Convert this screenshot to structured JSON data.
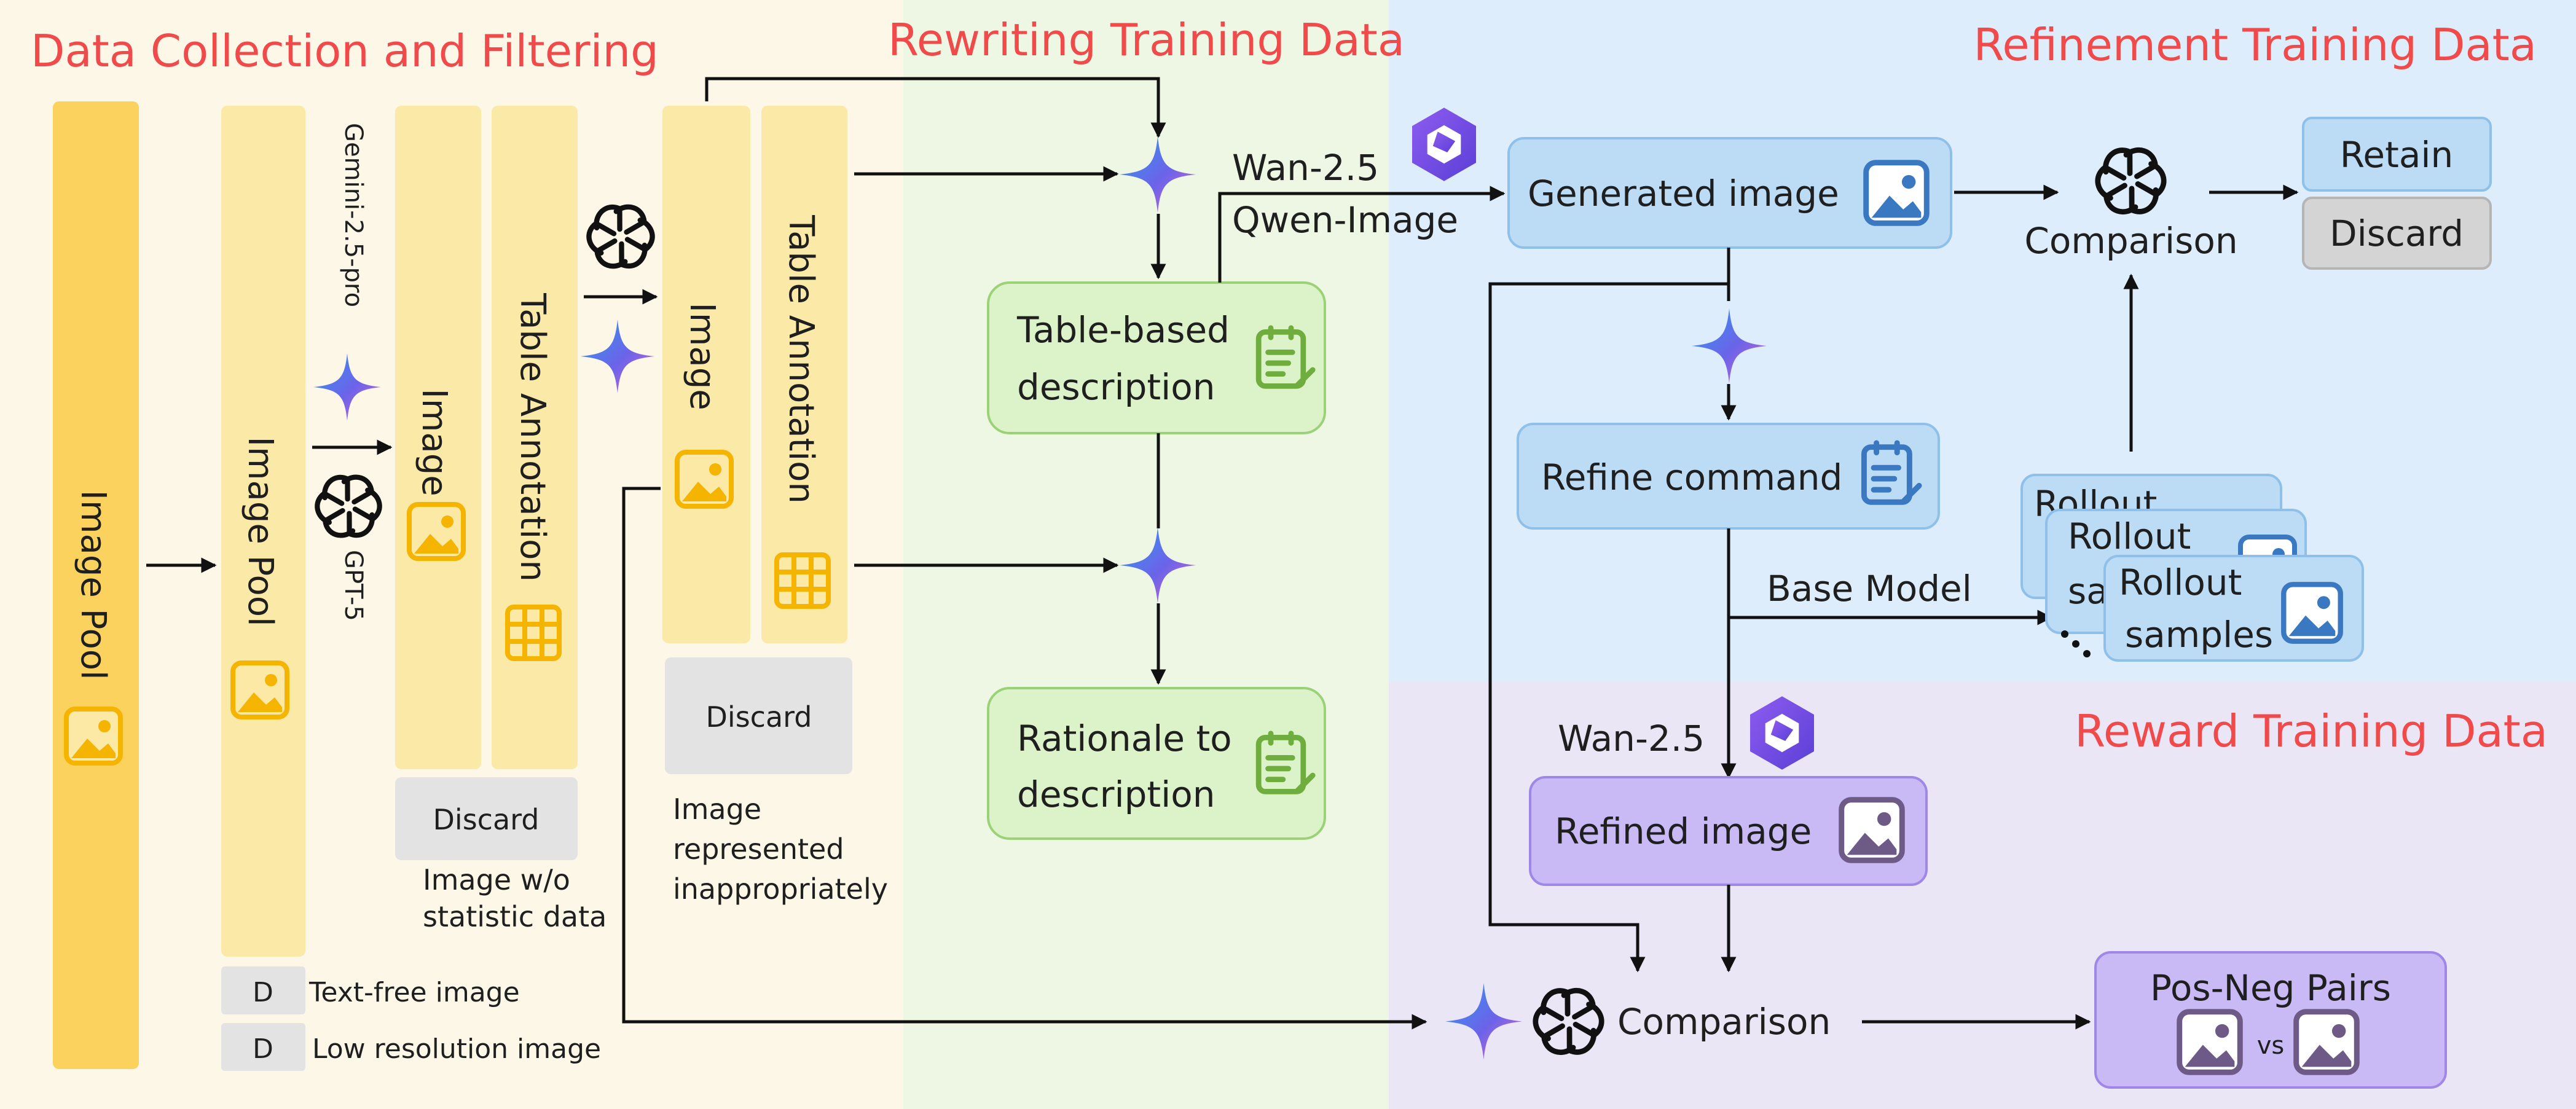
{
  "sections": {
    "collection": "Data Collection and Filtering",
    "rewriting": "Rewriting Training Data",
    "refinement": "Refinement Training Data",
    "reward": "Reward Training Data"
  },
  "collection": {
    "image_pool_1": "Image Pool",
    "image_pool_2": "Image Pool",
    "model_gemini": "Gemini-2.5-pro",
    "model_gpt": "GPT-5",
    "col_image_1": "Image",
    "col_table_1": "Table Annotation",
    "col_image_2": "Image",
    "col_table_2": "Table Annotation",
    "discard_1": "Discard",
    "discard_1_note": [
      "Image w/o",
      "statistic data"
    ],
    "discard_2": "Discard",
    "discard_2_note": [
      "Image",
      "represented",
      "inappropriately"
    ],
    "legend": [
      {
        "tag": "D",
        "text": "Text-free image"
      },
      {
        "tag": "D",
        "text": "Low resolution image"
      }
    ]
  },
  "rewriting": {
    "table_desc": [
      "Table-based",
      "description"
    ],
    "rationale_desc": [
      "Rationale to",
      "description"
    ]
  },
  "refinement": {
    "gen_models": [
      "Wan-2.5",
      "Qwen-Image"
    ],
    "generated_image": "Generated image",
    "comparison": "Comparison",
    "retain": "Retain",
    "discard": "Discard",
    "refine_command": "Refine command",
    "base_model": "Base Model",
    "rollout_1": "Rollout",
    "rollout_2": [
      "Rollout",
      "sa"
    ],
    "rollout_3": [
      "Rollout",
      "samples"
    ]
  },
  "reward": {
    "model": "Wan-2.5",
    "refined_image": "Refined image",
    "comparison": "Comparison",
    "pairs_title": "Pos-Neg Pairs",
    "vs": "vs"
  },
  "colors": {
    "collection_bg": "#fdf7e8",
    "rewriting_bg": "#eef7e4",
    "refinement_bg": "#deedfb",
    "reward_bg": "#eae6f6",
    "title_red": "#f04a4a",
    "yellow_dark": "#fbd25e",
    "yellow_light": "#fbe9a8",
    "green_box": "#dcf3c9",
    "blue_box": "#bcdcf6",
    "purple_box": "#c9b9f5",
    "gray_box": "#e3e3e3"
  },
  "icons": [
    "image-icon",
    "table-icon",
    "document-icon",
    "openai-icon",
    "gemini-star-icon",
    "qwen-icon"
  ]
}
